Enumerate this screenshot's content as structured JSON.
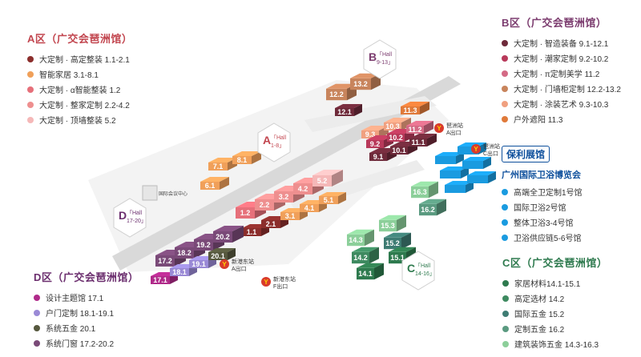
{
  "legend_a": {
    "title": "A区（广交会琶洲馆）",
    "items": [
      {
        "label": "大定制 · 高定整装 1.1-2.1",
        "color": "#8b2e2c"
      },
      {
        "label": "智能家居 3.1-8.1",
        "color": "#f0a05a"
      },
      {
        "label": "大定制 · α智能整装 1.2",
        "color": "#e6707a"
      },
      {
        "label": "大定制 · 整家定制 2.2-4.2",
        "color": "#ee8f8f"
      },
      {
        "label": "大定制 · 顶墙整装 5.2",
        "color": "#f5b8b8"
      }
    ]
  },
  "legend_b": {
    "title": "B区（广交会琶洲馆）",
    "items": [
      {
        "label": "大定制 · 智造装备 9.1-12.1",
        "color": "#6e2a3a"
      },
      {
        "label": "大定制 · 潮家定制 9.2-10.2",
        "color": "#b8395a"
      },
      {
        "label": "大定制 · π定制美学 11.2",
        "color": "#d46a85"
      },
      {
        "label": "大定制 · 门墙柜定制 12.2-13.2",
        "color": "#c8845c"
      },
      {
        "label": "大定制 · 涂装艺术 9.3-10.3",
        "color": "#f0a080"
      },
      {
        "label": "户外遮阳 11.3",
        "color": "#e07a3a"
      }
    ]
  },
  "legend_c": {
    "title": "C区（广交会琶洲馆）",
    "items": [
      {
        "label": "家居材料14.1-15.1",
        "color": "#2e7a4e"
      },
      {
        "label": "高定选材 14.2",
        "color": "#3e8a60"
      },
      {
        "label": "国际五金 15.2",
        "color": "#3e7c73"
      },
      {
        "label": "定制五金 16.2",
        "color": "#5a9a80"
      },
      {
        "label": "建筑装饰五金 14.3-16.3",
        "color": "#8ccf9a"
      }
    ]
  },
  "legend_d": {
    "title": "D区（广交会琶洲馆）",
    "items": [
      {
        "label": "设计主题馆 17.1",
        "color": "#b02a8a"
      },
      {
        "label": "户门定制 18.1-19.1",
        "color": "#9a8ad6"
      },
      {
        "label": "系统五金 20.1",
        "color": "#56583e"
      },
      {
        "label": "系统门窗 17.2-20.2",
        "color": "#7a4a78"
      }
    ]
  },
  "legend_poly": {
    "title": "保利展馆",
    "subtitle": "广州国际卫浴博览会",
    "items": [
      {
        "label": "高端全卫定制1号馆",
        "color": "#1a9be0"
      },
      {
        "label": "国际卫浴2号馆",
        "color": "#1a9be0"
      },
      {
        "label": "整体卫浴3-4号馆",
        "color": "#1a9be0"
      },
      {
        "label": "卫浴供应链5-6号馆",
        "color": "#1a9be0"
      }
    ]
  },
  "zone_tags": {
    "a": {
      "letter": "A",
      "hall": "「Hall",
      "range": "1-8」"
    },
    "b": {
      "letter": "B",
      "hall": "「Hall",
      "range": "9-13」"
    },
    "c": {
      "letter": "C",
      "hall": "「Hall",
      "range": "14-16」"
    },
    "d": {
      "letter": "D",
      "hall": "「Hall",
      "range": "17-20」"
    }
  },
  "stations": [
    {
      "name": "琶洲站",
      "exit": "A出口"
    },
    {
      "name": "琶洲站",
      "exit": "C出口"
    },
    {
      "name": "新港东站",
      "exit": "A出口"
    },
    {
      "name": "新港东站",
      "exit": "F出口"
    }
  ],
  "conference_center": "国际会议中心",
  "hall_labels": {
    "b_top": [
      "12.2",
      "13.2",
      "12.1"
    ],
    "b_bottom": [
      "9.3",
      "10.3",
      "11.3",
      "9.2",
      "10.2",
      "11.2",
      "9.1",
      "10.1",
      "11.1"
    ],
    "a_small": [
      "7.1",
      "8.1",
      "6.1"
    ],
    "a_row2": [
      "1.2",
      "2.2",
      "3.2",
      "4.2",
      "5.2"
    ],
    "a_row1": [
      "1.1",
      "2.1",
      "3.1",
      "4.1",
      "5.1"
    ],
    "d_row2": [
      "17.2",
      "18.2",
      "19.2",
      "20.2"
    ],
    "d_row1": [
      "17.1",
      "18.1",
      "19.1",
      "20.1"
    ],
    "c_halls": [
      "14.3",
      "15.3",
      "16.3",
      "14.2",
      "15.2",
      "16.2",
      "14.1",
      "15.1"
    ]
  }
}
